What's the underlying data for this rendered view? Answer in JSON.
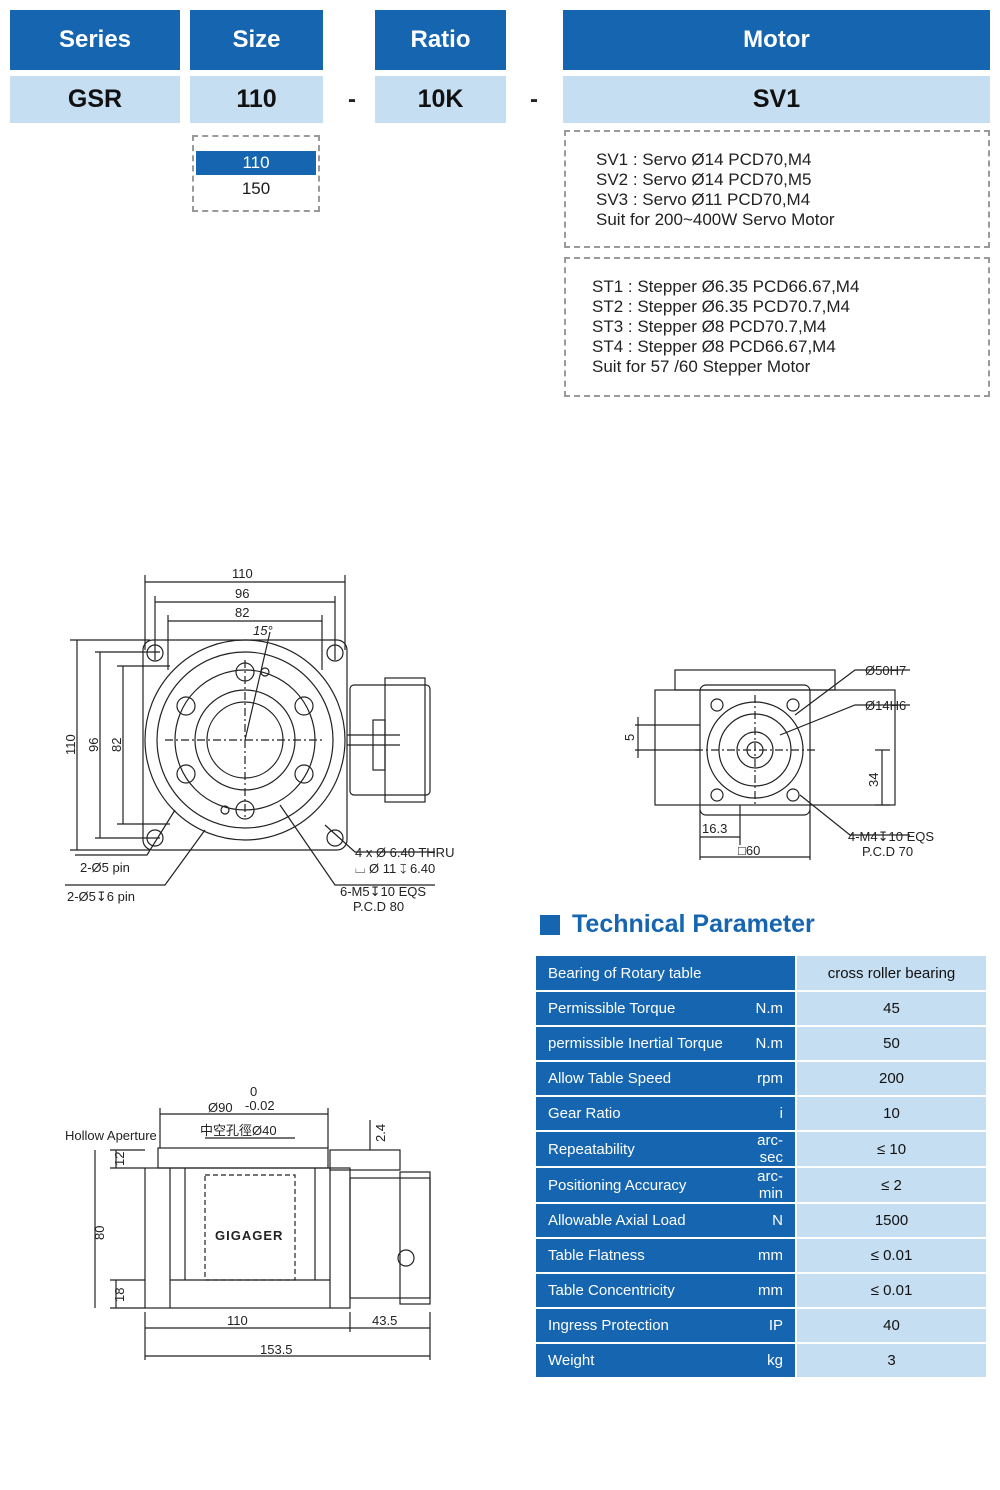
{
  "selector": {
    "headers": {
      "series": "Series",
      "size": "Size",
      "ratio": "Ratio",
      "motor": "Motor"
    },
    "values": {
      "series": "GSR",
      "size": "110",
      "ratio": "10K",
      "motor": "SV1"
    },
    "separator": "-"
  },
  "size_options": [
    "110",
    "150"
  ],
  "servo_options": [
    "SV1 : Servo Ø14 PCD70,M4",
    "SV2 : Servo Ø14 PCD70,M5",
    "SV3 : Servo Ø11 PCD70,M4",
    "Suit for 200~400W Servo Motor"
  ],
  "stepper_options": [
    "ST1 : Stepper Ø6.35 PCD66.67,M4",
    "ST2 : Stepper Ø6.35 PCD70.7,M4",
    "ST3 : Stepper Ø8 PCD70.7,M4",
    "ST4 : Stepper Ø8 PCD66.67,M4",
    "Suit for 57 /60 Stepper Motor"
  ],
  "top_view": {
    "dims": [
      "110",
      "96",
      "82",
      "15°",
      "110",
      "96",
      "82"
    ],
    "notes": [
      "2-Ø5 pin",
      "2-Ø5↧6 pin",
      "4 x Ø 6.40 THRU",
      "⌴ Ø 11 ↧ 6.40",
      "6-M5↧10 EQS",
      "P.C.D 80"
    ]
  },
  "side_view": {
    "dims": [
      "Ø50H7",
      "Ø14H6",
      "5",
      "34",
      "16.3",
      "□60"
    ],
    "notes": [
      "4-M4↧10 EQS",
      "P.C.D 70"
    ]
  },
  "front_view": {
    "dims": [
      "Ø90",
      "0",
      "-0.02",
      "中空孔徑Ø40",
      "2.4",
      "12",
      "80",
      "18",
      "110",
      "43.5",
      "153.5"
    ],
    "label": "Hollow Aperture",
    "brand": "GIGAGER"
  },
  "technical": {
    "title": "Technical Parameter",
    "rows": [
      {
        "name": "Bearing of Rotary table",
        "unit": "",
        "value": "cross roller bearing"
      },
      {
        "name": "Permissible Torque",
        "unit": "N.m",
        "value": "45"
      },
      {
        "name": "permissible Inertial Torque",
        "unit": "N.m",
        "value": "50"
      },
      {
        "name": "Allow Table  Speed",
        "unit": "rpm",
        "value": "200"
      },
      {
        "name": "Gear Ratio",
        "unit": "i",
        "value": "10"
      },
      {
        "name": "Repeatability",
        "unit": "arc-sec",
        "value": "≤ 10"
      },
      {
        "name": "Positioning Accuracy",
        "unit": "arc-min",
        "value": "≤ 2"
      },
      {
        "name": "Allowable Axial Load",
        "unit": "N",
        "value": "1500"
      },
      {
        "name": "Table Flatness",
        "unit": "mm",
        "value": "≤ 0.01"
      },
      {
        "name": "Table Concentricity",
        "unit": "mm",
        "value": "≤ 0.01"
      },
      {
        "name": "Ingress Protection",
        "unit": "IP",
        "value": "40"
      },
      {
        "name": "Weight",
        "unit": "kg",
        "value": "3"
      }
    ]
  }
}
